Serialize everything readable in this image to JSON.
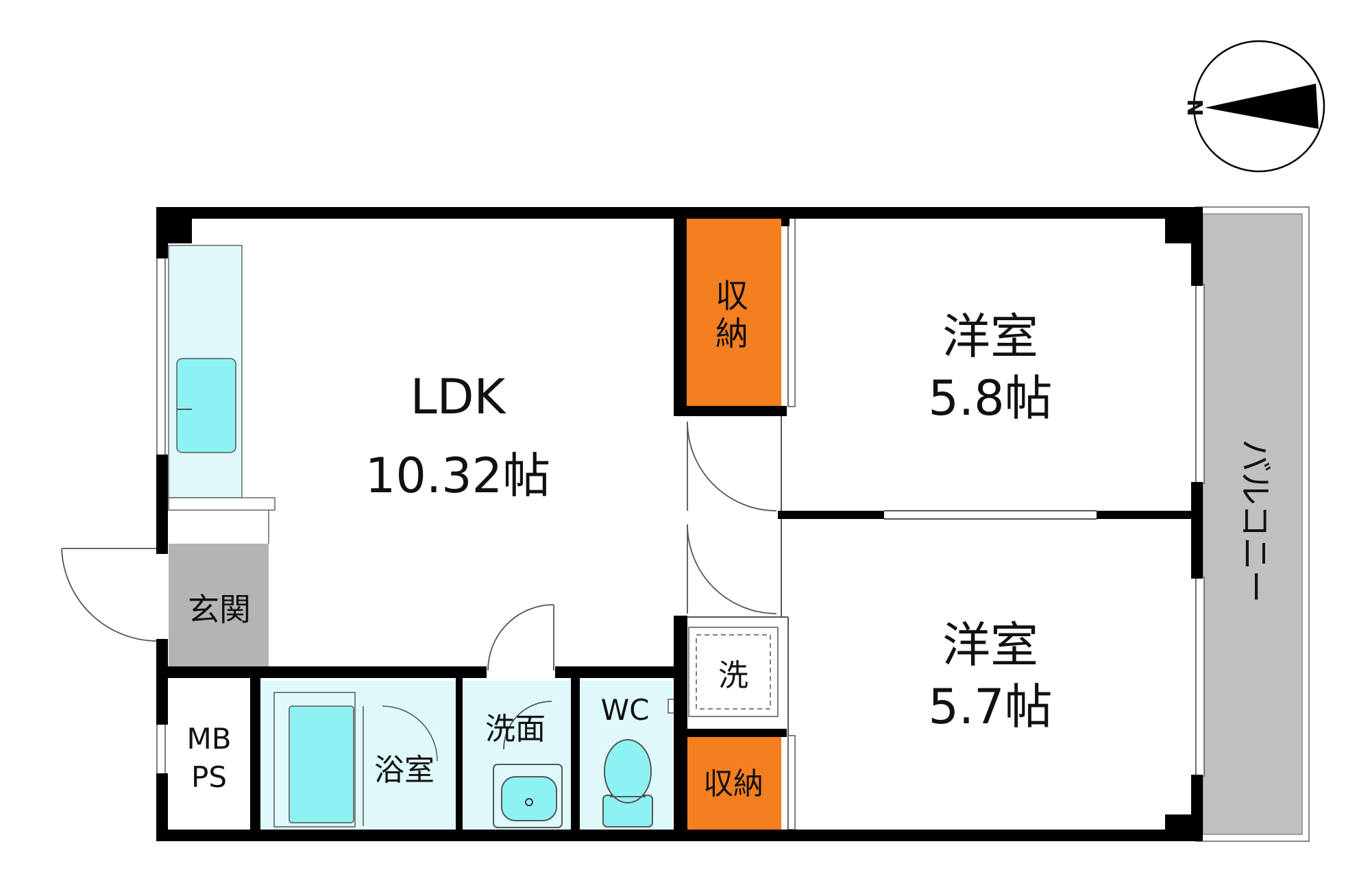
{
  "compass": {
    "north_label": "N"
  },
  "rooms": {
    "ldk": {
      "name": "LDK",
      "size": "10.32帖"
    },
    "western_room_north": {
      "name": "洋室",
      "size": "5.8帖"
    },
    "western_room_south": {
      "name": "洋室",
      "size": "5.7帖"
    },
    "storage_upper": {
      "label_line1": "収",
      "label_line2": "納"
    },
    "storage_lower": {
      "label": "収納"
    },
    "entrance": {
      "label": "玄関"
    },
    "meter_box": {
      "label_line1": "MB",
      "label_line2": "PS"
    },
    "bathroom": {
      "label": "浴室"
    },
    "washroom": {
      "label": "洗面"
    },
    "toilet": {
      "label": "WC"
    },
    "laundry": {
      "label": "洗"
    },
    "balcony": {
      "label": "バルコニー"
    }
  },
  "colors": {
    "wall": "#000000",
    "storage": "#f47f20",
    "entrance": "#b4b4b4",
    "balcony": "#c0c0c0",
    "wet_area": "#dff9fb",
    "fixture": "#8ff2f2"
  }
}
